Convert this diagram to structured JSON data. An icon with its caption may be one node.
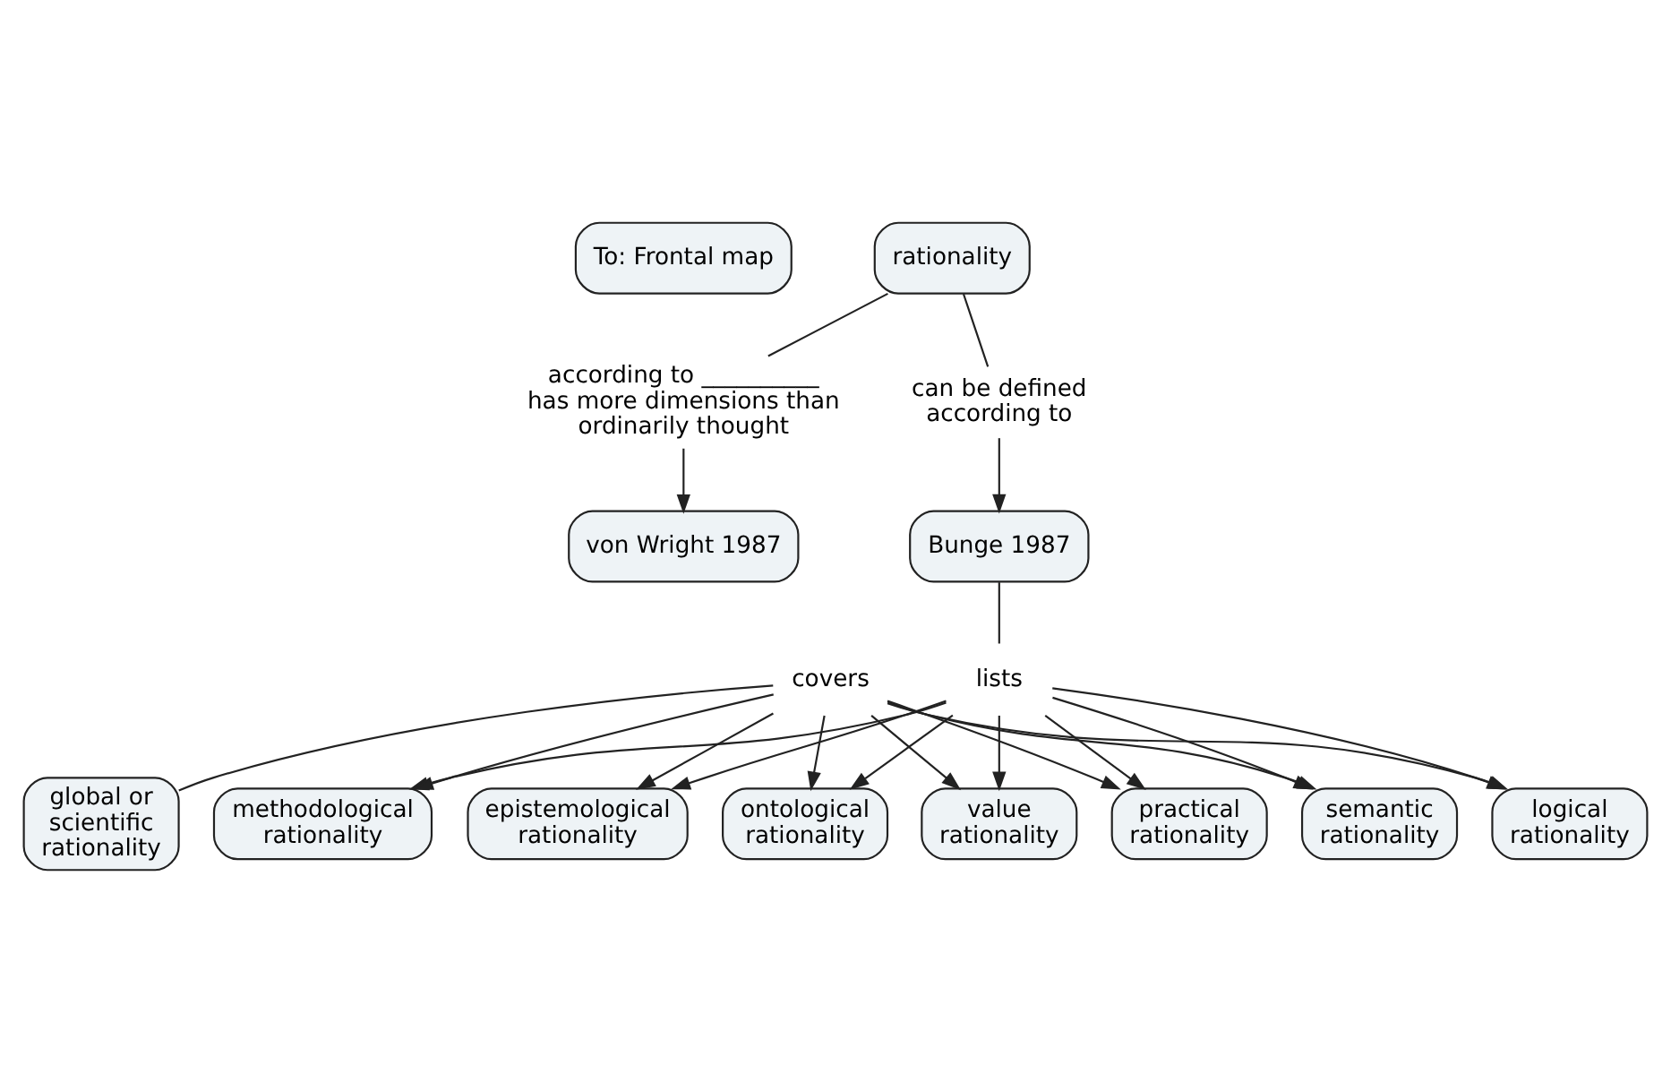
{
  "diagram": {
    "nodes": [
      {
        "text": [
          "To: Frontal map"
        ]
      },
      {
        "text": [
          "rationality"
        ]
      },
      {
        "text": [
          "von Wright 1987"
        ]
      },
      {
        "text": [
          "Bunge 1987"
        ]
      },
      {
        "text": [
          "semantic rationality"
        ]
      },
      {
        "text": [
          "logical rationality"
        ]
      },
      {
        "text": [
          "methodological rationality"
        ]
      },
      {
        "text": [
          "epistemological rationality"
        ]
      },
      {
        "text": [
          "ontological rationality"
        ]
      },
      {
        "text": [
          "value rationality"
        ]
      },
      {
        "text": [
          "practical rationality"
        ]
      },
      {
        "text": [
          "global or scientific rationality"
        ]
      },
      {
        "text": [
          "according to __________ has more dimensions than ordinarily thought"
        ]
      },
      {
        "text": [
          "can be defined according to"
        ]
      },
      {
        "text": [
          "lists"
        ]
      },
      {
        "text": [
          "covers"
        ]
      }
    ],
    "edges": [
      {
        "from": 1,
        "to": 12,
        "arrow": "none"
      },
      {
        "from": 12,
        "to": 2,
        "arrow": "to"
      },
      {
        "from": 1,
        "to": 13,
        "arrow": "none"
      },
      {
        "from": 13,
        "to": 3,
        "arrow": "to"
      },
      {
        "from": 3,
        "to": 14,
        "arrow": "none"
      },
      {
        "from": 14,
        "to": 4,
        "arrow": "to"
      },
      {
        "from": 14,
        "to": 5,
        "arrow": "to"
      },
      {
        "from": 14,
        "to": 6,
        "arrow": "to"
      },
      {
        "from": 14,
        "to": 7,
        "arrow": "to"
      },
      {
        "from": 14,
        "to": 8,
        "arrow": "to"
      },
      {
        "from": 14,
        "to": 9,
        "arrow": "to"
      },
      {
        "from": 14,
        "to": 10,
        "arrow": "to"
      },
      {
        "from": 11,
        "to": 15,
        "arrow": "none"
      },
      {
        "from": 15,
        "to": 4,
        "arrow": "to"
      },
      {
        "from": 15,
        "to": 5,
        "arrow": "to"
      },
      {
        "from": 15,
        "to": 6,
        "arrow": "to"
      },
      {
        "from": 15,
        "to": 7,
        "arrow": "to"
      },
      {
        "from": 15,
        "to": 8,
        "arrow": "to"
      },
      {
        "from": 15,
        "to": 9,
        "arrow": "to"
      },
      {
        "from": 15,
        "to": 10,
        "arrow": "to"
      }
    ]
  }
}
